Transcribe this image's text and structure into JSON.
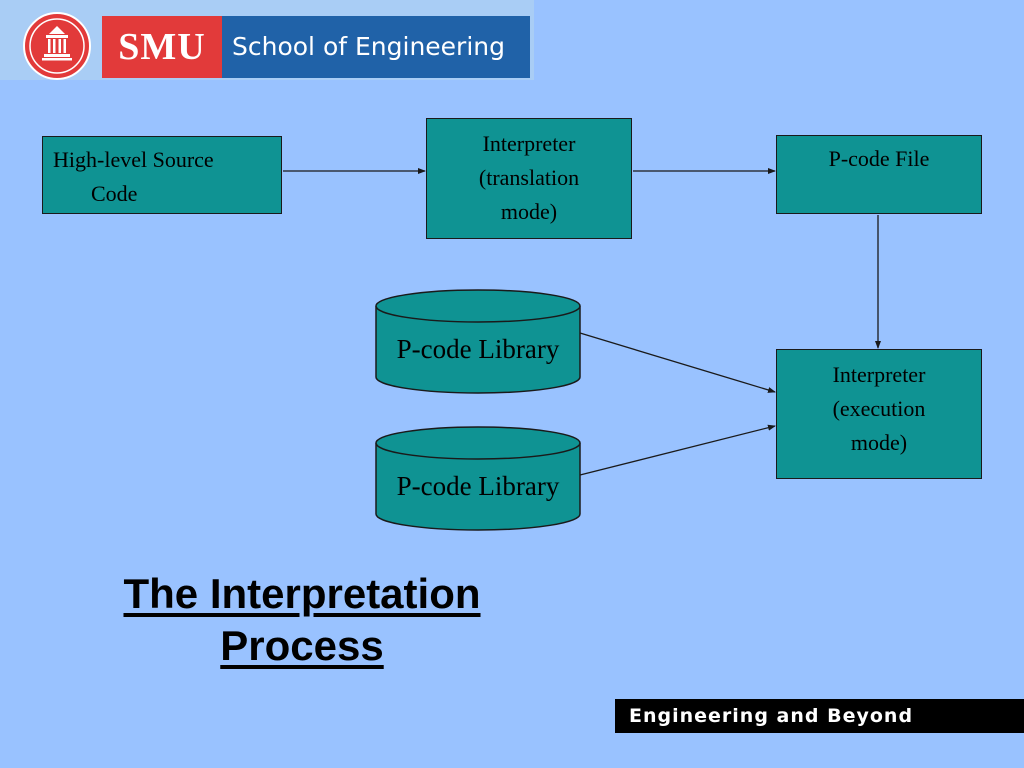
{
  "header": {
    "brand": "SMU",
    "school": "School of Engineering"
  },
  "diagram": {
    "source_box": [
      "High-level Source",
      "Code"
    ],
    "translate_box": [
      "Interpreter",
      "(translation",
      "mode)"
    ],
    "pcode_file_box": "P-code File",
    "exec_box": [
      "Interpreter",
      "(execution",
      "mode)"
    ],
    "library_1": "P-code Library",
    "library_2": "P-code Library"
  },
  "title": [
    "The Interpretation",
    "Process"
  ],
  "footer": {
    "tagline": "Engineering and Beyond"
  },
  "colors": {
    "background": "#99c2ff",
    "box_fill": "#0f9393",
    "smu_red": "#e23a3a",
    "school_blue": "#2062a8"
  }
}
